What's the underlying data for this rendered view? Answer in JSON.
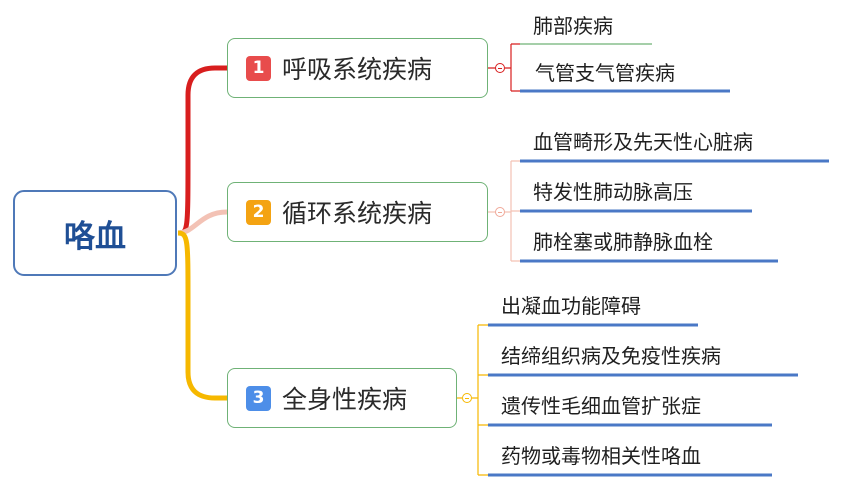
{
  "root": {
    "label": "咯血"
  },
  "branches": [
    {
      "number": "1",
      "label": "呼吸系统疾病",
      "badge_color": "#e84c4c",
      "line_color": "#d81e1e",
      "children": [
        "肺部疾病",
        "气管支气管疾病"
      ]
    },
    {
      "number": "2",
      "label": "循环系统疾病",
      "badge_color": "#f4a312",
      "line_color": "#f3c2b5",
      "children": [
        "血管畸形及先天性心脏病",
        "特发性肺动脉高压",
        "肺栓塞或肺静脉血栓"
      ]
    },
    {
      "number": "3",
      "label": "全身性疾病",
      "badge_color": "#4d8ee8",
      "line_color": "#f6b800",
      "children": [
        "出凝血功能障碍",
        "结缔组织病及免疫性疾病",
        "遗传性毛细血管扩张症",
        "药物或毒物相关性咯血"
      ]
    }
  ],
  "colors": {
    "leaf_underline": "#4a78c6",
    "leaf_first_underline": "#6fb276",
    "branch_border": "#6fb276",
    "root_border": "#4f79b8"
  },
  "icons": [
    "collapse-toggle-icon"
  ]
}
